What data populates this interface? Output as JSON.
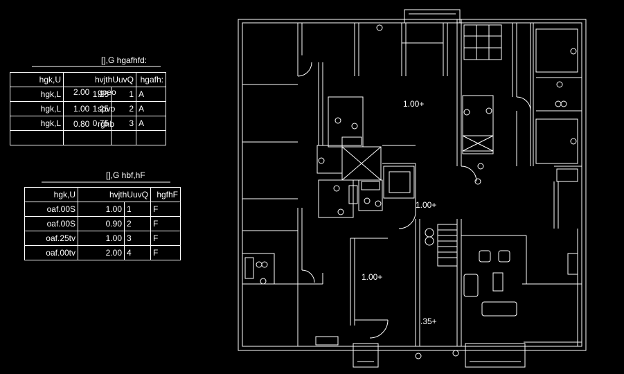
{
  "colors": {
    "background": "#000000",
    "lines": "#ffffff"
  },
  "schedule_1": {
    "title": "[],G hgafhfd:",
    "headers": [
      "hgk,U",
      "hvjthUuvQ",
      "hgafh:"
    ],
    "rows": [
      [
        "hgk,L",
        "1.25",
        "1",
        "A"
      ],
      [
        "hgk,L",
        "1.25",
        "2",
        "A"
      ],
      [
        "hgk,L",
        "0.75",
        "3",
        "A"
      ]
    ],
    "overlay": [
      [
        "gpeo",
        "2.00"
      ],
      [
        "spvo",
        "1.00"
      ],
      [
        "rghb",
        "0.80"
      ]
    ]
  },
  "schedule_2": {
    "title": "[],G hbf,hF",
    "headers": [
      "hgk,U",
      "hvjthUuvQ",
      "hgfhF"
    ],
    "rows": [
      [
        "oaf.00S",
        "1.00",
        "1",
        "F"
      ],
      [
        "oaf.00S",
        "0.90",
        "2",
        "F"
      ],
      [
        "oaf.25tv",
        "1.00",
        "3",
        "F"
      ],
      [
        "oaf.00tv",
        "2.00",
        "4",
        "F"
      ]
    ]
  },
  "level_markers": [
    "1.00+",
    "1.00+",
    "1.00+",
    ".35+"
  ]
}
